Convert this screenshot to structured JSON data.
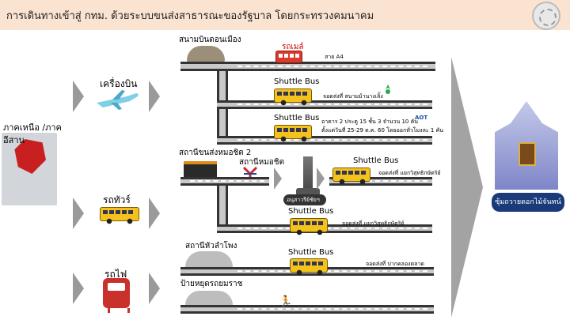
{
  "header": {
    "title": "การเดินทางเข้าสู่ กทม. ด้วยระบบขนส่งสาธารณะของรัฐบาล โดยกระทรวงคมนาคม"
  },
  "origin": {
    "label_line1": "ภาคเหนือ /ภาค",
    "label_line2": "อีสาน"
  },
  "modes": [
    {
      "label": "เครื่องบิน"
    },
    {
      "label": "รถทัวร์"
    },
    {
      "label": "รถไฟ"
    }
  ],
  "routes": {
    "airport": "สนามบินดอนเมือง",
    "limo_label": "รถเมล์",
    "line_a4": "สาย A4",
    "shuttle_1": {
      "title": "Shuttle Bus",
      "note": "จอดส่งที่ สนามม้านางเลิ้ง"
    },
    "shuttle_2": {
      "title": "Shuttle Bus",
      "note_line1": "อาคาร 2 ประตู 15 ชั้น 3 จำนวน 10 คัน",
      "note_line2": "ตั้งแต่วันที่ 25-29 ต.ค. 60 โดยออกทั่วโมงละ 1 คัน"
    },
    "mochit_terminal": "สถานีขนส่งหมอชิต 2",
    "bts_mochit": "สถานีหมอชิต",
    "victory_monument": "อนุสาวรีย์ชัยฯ",
    "shuttle_3": {
      "title": "Shuttle Bus",
      "note": "จอดส่งที่ แยกวิสุทธิกษัตริย์"
    },
    "shuttle_4": {
      "title": "Shuttle Bus",
      "note": "จอดส่งที่ แยกวิสุทธิกษัตริย์"
    },
    "hualamphong": "สถานีหัวลำโพง",
    "shuttle_5": {
      "title": "Shuttle Bus",
      "note": "จอดส่งที่ ปากคลองตลาด"
    },
    "yommarat": "ป้ายหยุดรถยมราช"
  },
  "destination": {
    "label": "ซุ้มถวายดอกไม้จันทน์"
  },
  "colors": {
    "header_bg": "#fbe3d1",
    "bus_yellow": "#f3c21b",
    "road_gray": "#c9c9c9",
    "dest_navy": "#1a3a7a"
  },
  "icons": [
    "airplane-icon",
    "bus-icon",
    "train-icon",
    "red-bus-icon",
    "airport-building-icon",
    "bus-terminal-icon",
    "bts-logo-icon",
    "monument-icon",
    "station-building-icon",
    "runner-icon",
    "shrine-icon",
    "thailand-map-icon",
    "seal-icon"
  ]
}
